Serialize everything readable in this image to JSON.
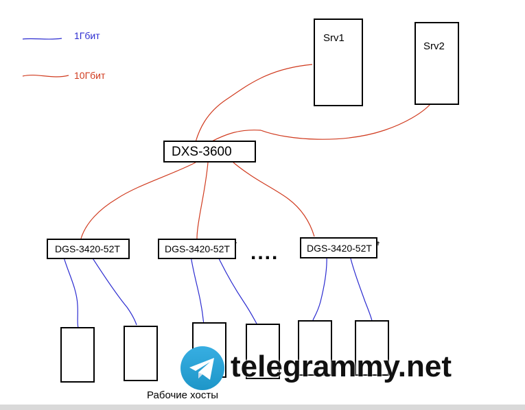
{
  "legend": {
    "items": [
      {
        "label": "1Гбит",
        "color": "#2b2bd0"
      },
      {
        "label": "10Гбит",
        "color": "#d03a1e"
      }
    ]
  },
  "servers": [
    {
      "label": "Srv1"
    },
    {
      "label": "Srv2"
    }
  ],
  "core_switch": {
    "label": "DXS-3600"
  },
  "access_switches": [
    {
      "label": "DGS-3420-52T"
    },
    {
      "label": "DGS-3420-52T"
    },
    {
      "label": "DGS-3420-52T"
    }
  ],
  "ellipsis": "....",
  "hosts_caption": "Рабочие хосты",
  "watermark": {
    "text": "telegrammy.net",
    "icon": "telegram-logo-icon"
  },
  "colors": {
    "link_1g": "#2b2bd0",
    "link_10g": "#d03a1e"
  }
}
